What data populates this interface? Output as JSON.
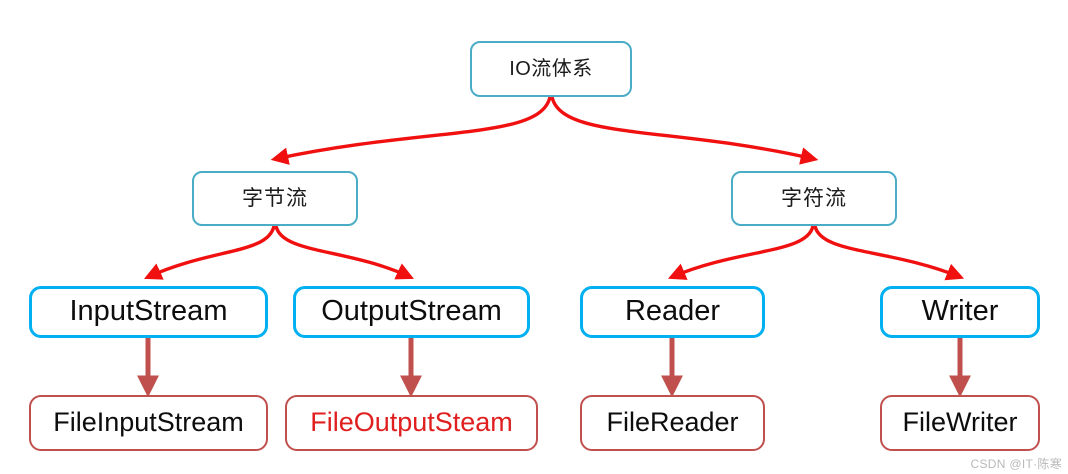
{
  "diagram": {
    "title": "IO流体系",
    "levels": {
      "root": {
        "label": "IO流体系"
      },
      "level2": [
        {
          "label": "字节流"
        },
        {
          "label": "字符流"
        }
      ],
      "level3": [
        {
          "label": "InputStream"
        },
        {
          "label": "OutputStream"
        },
        {
          "label": "Reader"
        },
        {
          "label": "Writer"
        }
      ],
      "level4": [
        {
          "label": "FileInputStream",
          "emphasis": "normal"
        },
        {
          "label": "FileOutputSteam",
          "emphasis": "red"
        },
        {
          "label": "FileReader",
          "emphasis": "normal"
        },
        {
          "label": "FileWriter",
          "emphasis": "normal"
        }
      ]
    },
    "colors": {
      "node_teal_border": "#4BACC6",
      "node_cyan_border": "#00B0F0",
      "node_red_border": "#C0504D",
      "curved_arrow": "#F01010",
      "straight_arrow": "#C0504D",
      "emphasis_text": "#E02020",
      "background": "#FFFFFF"
    }
  },
  "watermark": {
    "text": "CSDN @IT·陈寒"
  }
}
